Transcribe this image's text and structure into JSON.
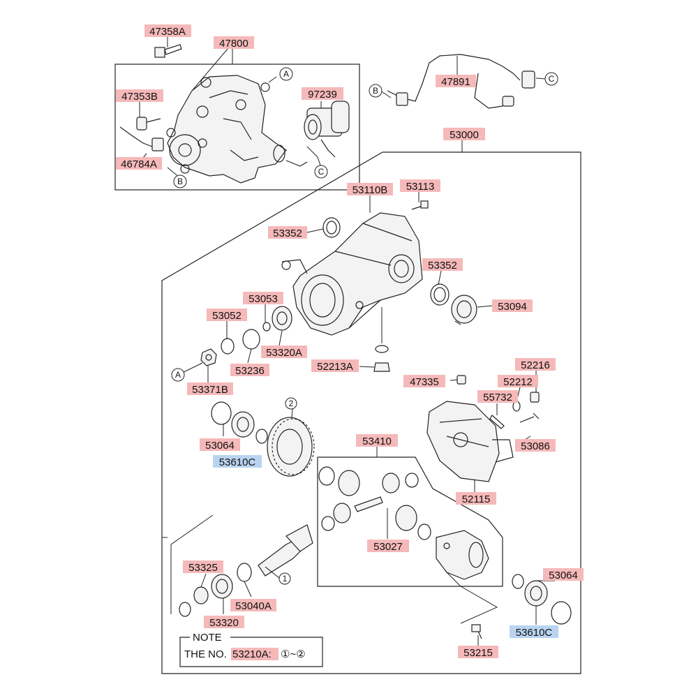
{
  "labels": {
    "p47358A": "47358A",
    "p47800": "47800",
    "p47353B": "47353B",
    "p97239": "97239",
    "p46784A": "46784A",
    "p47891": "47891",
    "p53000": "53000",
    "p53110B": "53110B",
    "p53113": "53113",
    "p53352a": "53352",
    "p53352b": "53352",
    "p53094": "53094",
    "p53053": "53053",
    "p53052": "53052",
    "p53320A": "53320A",
    "p53236": "53236",
    "p52213A": "52213A",
    "p53371B": "53371B",
    "p52216": "52216",
    "p47335": "47335",
    "p52212": "52212",
    "p55732": "55732",
    "p53086": "53086",
    "p53064a": "53064",
    "p53610Ca": "53610C",
    "p53410": "53410",
    "p52115": "52115",
    "p53027": "53027",
    "p53325": "53325",
    "p53040A": "53040A",
    "p53320": "53320",
    "p53064b": "53064",
    "p53610Cb": "53610C",
    "p53215": "53215"
  },
  "refs": {
    "A": "A",
    "B": "B",
    "C": "C",
    "one": "1",
    "two": "2"
  },
  "note": {
    "title": "NOTE",
    "prefix": "THE NO.",
    "part": "53210A:",
    "range": "①~②"
  },
  "colors": {
    "label_red": "#f5b9b9",
    "label_blue": "#b9d3f0"
  }
}
